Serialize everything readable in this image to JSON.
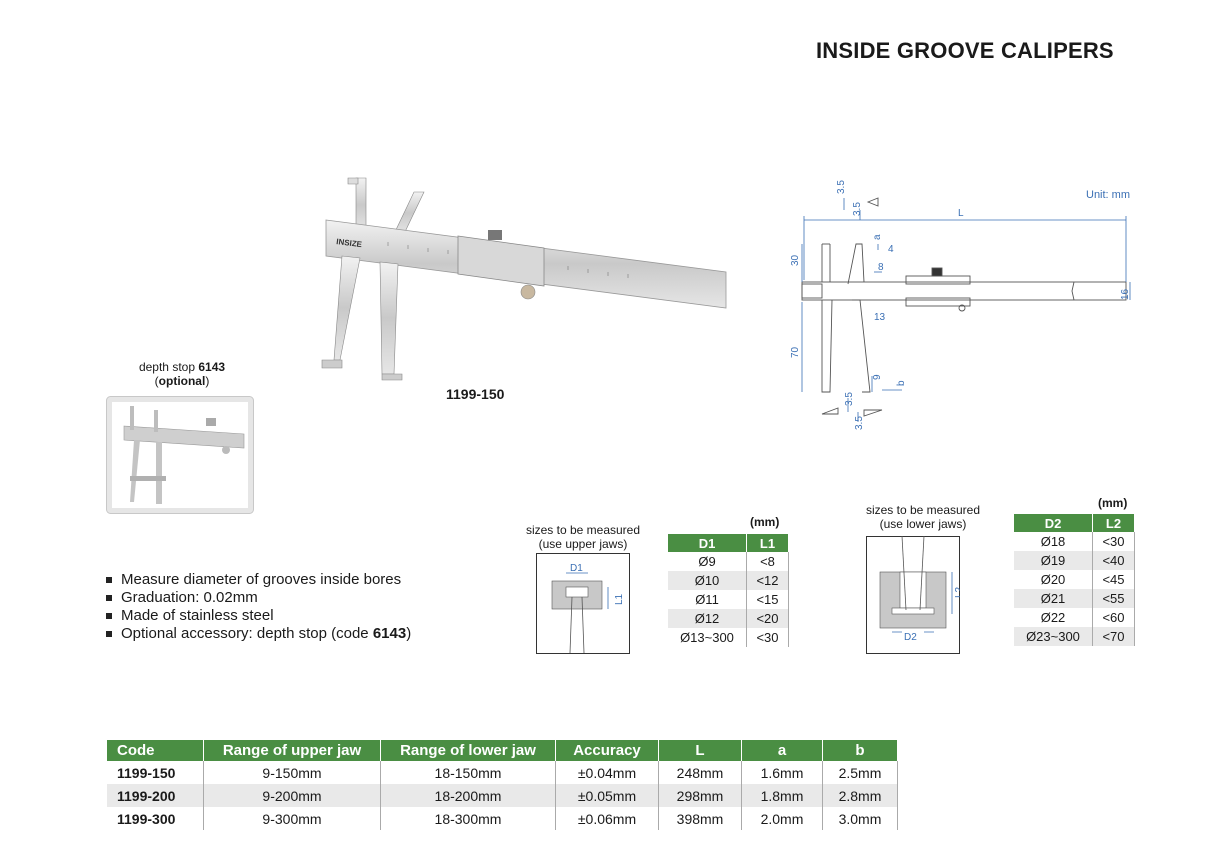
{
  "page": {
    "title": "INSIDE GROOVE CALIPERS",
    "unit": "Unit: mm",
    "model_label": "1199-150",
    "brand": "INSIZE"
  },
  "depth_stop": {
    "line1": "depth stop ",
    "code": "6143",
    "optional": "optional"
  },
  "features": [
    {
      "text": "Measure diameter of grooves inside bores"
    },
    {
      "text": "Graduation: 0.02mm"
    },
    {
      "text": "Made of stainless steel"
    },
    {
      "text": "Optional accessory: depth stop (code ",
      "code": "6143",
      "tail": ")"
    }
  ],
  "upper_jaw": {
    "caption_line1": "sizes to be measured",
    "caption_line2": "(use upper jaws)",
    "unit": "(mm)",
    "headers": [
      "D1",
      "L1"
    ],
    "rows": [
      [
        "Ø9",
        "<8"
      ],
      [
        "Ø10",
        "<12"
      ],
      [
        "Ø11",
        "<15"
      ],
      [
        "Ø12",
        "<20"
      ],
      [
        "Ø13~300",
        "<30"
      ]
    ],
    "diagram_labels": {
      "d": "D1",
      "l": "L1"
    }
  },
  "lower_jaw": {
    "caption_line1": "sizes to be measured",
    "caption_line2": "(use lower jaws)",
    "unit": "(mm)",
    "headers": [
      "D2",
      "L2"
    ],
    "rows": [
      [
        "Ø18",
        "<30"
      ],
      [
        "Ø19",
        "<40"
      ],
      [
        "Ø20",
        "<45"
      ],
      [
        "Ø21",
        "<55"
      ],
      [
        "Ø22",
        "<60"
      ],
      [
        "Ø23~300",
        "<70"
      ]
    ],
    "diagram_labels": {
      "d": "D2",
      "l": "L2"
    }
  },
  "drawing_labels": {
    "t1": "3.5",
    "t2": "3.5",
    "L": "L",
    "a": "a",
    "four": "4",
    "eight": "8",
    "thirty": "30",
    "sixteen": "16",
    "thirteen": "13",
    "seventy": "70",
    "nine": "9",
    "b": "b",
    "t3": "3.5",
    "t4": "3.5"
  },
  "main_table": {
    "headers": [
      "Code",
      "Range of upper jaw",
      "Range of lower jaw",
      "Accuracy",
      "L",
      "a",
      "b"
    ],
    "rows": [
      [
        "1199-150",
        "9-150mm",
        "18-150mm",
        "±0.04mm",
        "248mm",
        "1.6mm",
        "2.5mm"
      ],
      [
        "1199-200",
        "9-200mm",
        "18-200mm",
        "±0.05mm",
        "298mm",
        "1.8mm",
        "2.8mm"
      ],
      [
        "1199-300",
        "9-300mm",
        "18-300mm",
        "±0.06mm",
        "398mm",
        "2.0mm",
        "3.0mm"
      ]
    ]
  },
  "colors": {
    "header_green": "#4a8e43",
    "dim_blue": "#3a6fb4",
    "row_grey": "#e9e9e9"
  }
}
